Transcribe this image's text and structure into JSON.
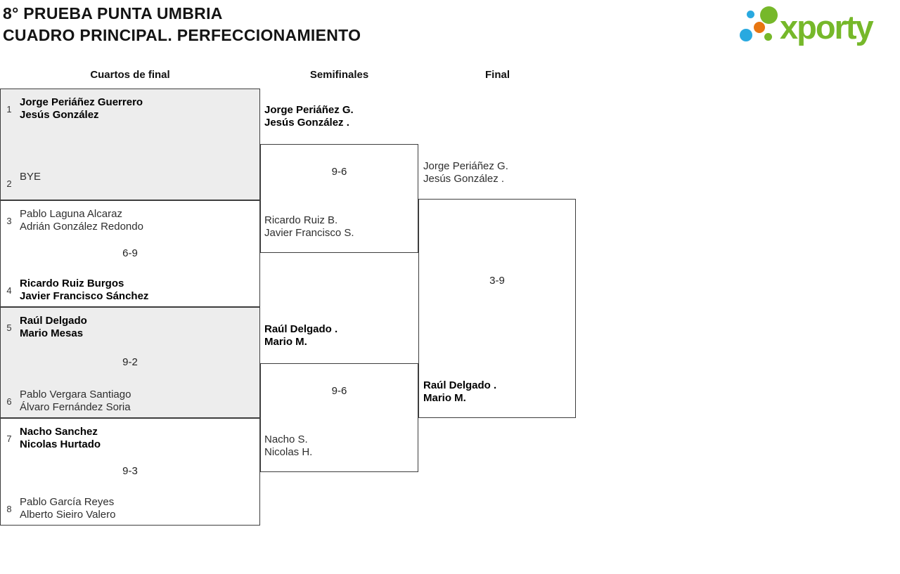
{
  "header": {
    "title_line1": "8° PRUEBA PUNTA UMBRIA",
    "title_line2": "CUADRO PRINCIPAL. PERFECCIONAMIENTO"
  },
  "logo": {
    "text": "xporty",
    "colors": {
      "green": "#76b82a",
      "blue": "#29a9e0",
      "orange": "#e87611"
    }
  },
  "rounds": {
    "quarterfinals": "Cuartos de final",
    "semifinals": "Semifinales",
    "final": "Final"
  },
  "bracket": {
    "quarterfinals": [
      {
        "shaded": true,
        "score": "",
        "top": {
          "seed": "1",
          "line1": "Jorge Periáñez Guerrero",
          "line2": "Jesús González",
          "winner": true
        },
        "bottom": {
          "seed": "2",
          "line1": "BYE",
          "line2": "",
          "winner": false
        }
      },
      {
        "shaded": false,
        "score": "6-9",
        "top": {
          "seed": "3",
          "line1": "Pablo Laguna Alcaraz",
          "line2": "Adrián González Redondo",
          "winner": false
        },
        "bottom": {
          "seed": "4",
          "line1": "Ricardo Ruiz Burgos",
          "line2": "Javier Francisco Sánchez",
          "winner": true
        }
      },
      {
        "shaded": true,
        "score": "9-2",
        "top": {
          "seed": "5",
          "line1": "Raúl Delgado",
          "line2": "Mario Mesas",
          "winner": true
        },
        "bottom": {
          "seed": "6",
          "line1": "Pablo Vergara Santiago",
          "line2": "Álvaro Fernández Soria",
          "winner": false
        }
      },
      {
        "shaded": false,
        "score": "9-3",
        "top": {
          "seed": "7",
          "line1": "Nacho Sanchez",
          "line2": "Nicolas Hurtado",
          "winner": true
        },
        "bottom": {
          "seed": "8",
          "line1": "Pablo García Reyes",
          "line2": "Alberto Sieiro Valero",
          "winner": false
        }
      }
    ],
    "semifinals": [
      {
        "score": "9-6",
        "top": {
          "line1": "Jorge Periáñez G.",
          "line2": "Jesús González .",
          "winner": true
        },
        "bottom": {
          "line1": "Ricardo Ruiz B.",
          "line2": "Javier Francisco S.",
          "winner": false
        }
      },
      {
        "score": "9-6",
        "top": {
          "line1": "Raúl Delgado .",
          "line2": "Mario M.",
          "winner": true
        },
        "bottom": {
          "line1": "Nacho S.",
          "line2": "Nicolas H.",
          "winner": false
        }
      }
    ],
    "final": {
      "score": "3-9",
      "top": {
        "line1": "Jorge Periáñez G.",
        "line2": "Jesús González .",
        "winner": false
      },
      "bottom": {
        "line1": "Raúl Delgado .",
        "line2": "Mario M.",
        "winner": true
      }
    }
  }
}
